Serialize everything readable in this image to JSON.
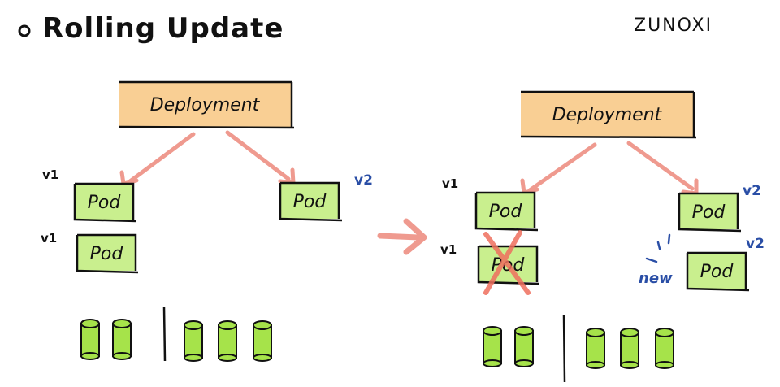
{
  "title": "Rolling Update",
  "author": "ZUNOXI",
  "colors": {
    "deployment_fill": "#f9cf94",
    "pod_fill": "#c9ef8e",
    "cylinder_fill": "#a6e34a",
    "arrow": "#ef9a8f",
    "blue_text": "#2a4ea6"
  },
  "left": {
    "deployment": "Deployment",
    "pods": [
      "Pod",
      "Pod",
      "Pod"
    ],
    "versions": [
      "v1",
      "v1",
      "v2"
    ]
  },
  "right": {
    "deployment": "Deployment",
    "pods": [
      "Pod",
      "Pod",
      "Pod",
      "Pod"
    ],
    "versions": [
      "v1",
      "v1",
      "v2",
      "v2"
    ],
    "new_label": "new"
  }
}
